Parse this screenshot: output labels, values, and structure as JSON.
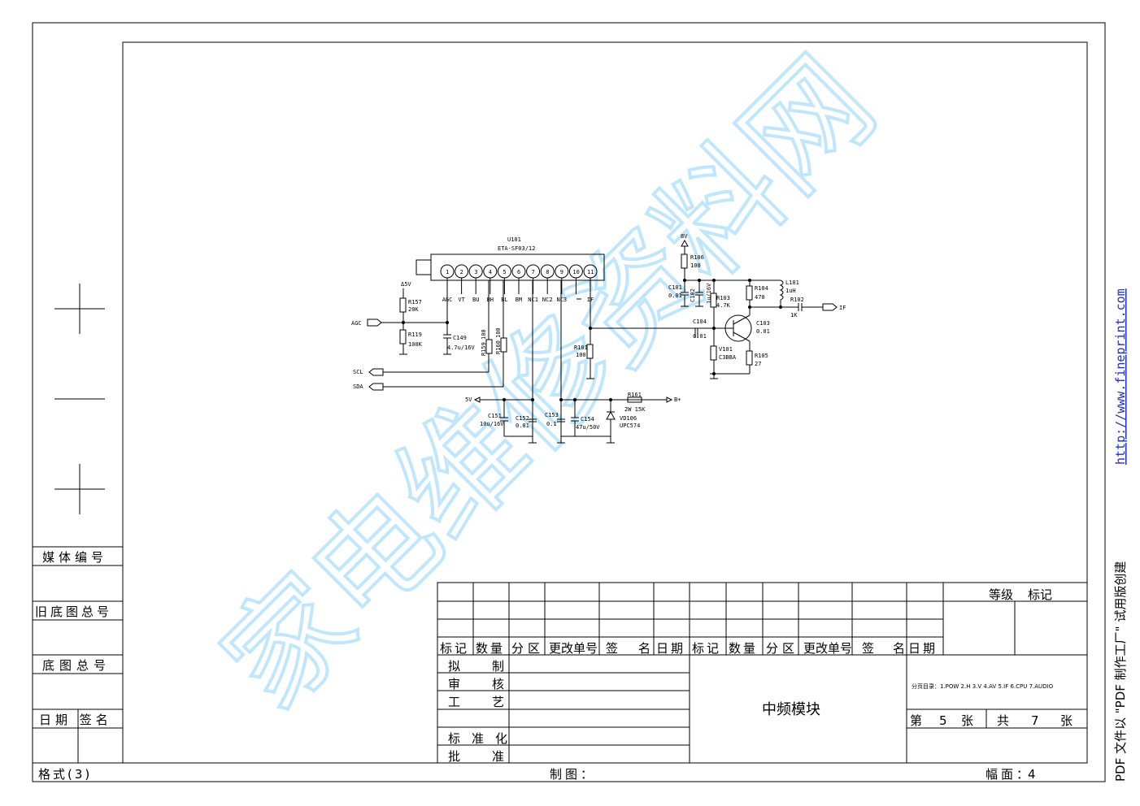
{
  "watermark": "家电维修资料网",
  "side_note": {
    "text": "PDF 文件以 \"PDF 制作工厂\" 试用版创建",
    "link": "http://www.fineprint.com"
  },
  "left_column": {
    "media_no": "媒体编号",
    "old_base_no": "旧底图总号",
    "base_no": "底图总号",
    "date_sign": "日期 签名",
    "format": "格式(3)"
  },
  "footer": {
    "drawn": "制图：",
    "sheet_size_label": "幅面：",
    "sheet_size": "4"
  },
  "title_block": {
    "rev_headers": [
      "标记",
      "数量",
      "分区",
      "更改单号",
      "签",
      "名",
      "日期",
      "标记",
      "数量",
      "分区",
      "更改单号",
      "签",
      "名",
      "日期"
    ],
    "grade_label": "等级",
    "mark_label": "标记",
    "roles": [
      "拟",
      "制",
      "审",
      "核",
      "工",
      "艺",
      "标",
      "准",
      "化",
      "批",
      "准"
    ],
    "title": "中频模块",
    "index_text": "分页目录：1.POW  2.H  3.V  4.AV  5.IF  6.CPU  7.AUDIO",
    "sheet_no_label": "第",
    "sheet_no": "5",
    "sheet_unit": "张",
    "total_label": "共",
    "total": "7",
    "total_unit": "张"
  },
  "schematic": {
    "u101": {
      "ref": "U101",
      "part": "ETA-SF03/12",
      "pins": [
        "1",
        "2",
        "3",
        "4",
        "5",
        "6",
        "7",
        "8",
        "9",
        "10",
        "11"
      ],
      "pin_names": [
        "AGC",
        "VT",
        "BU",
        "BH",
        "BL",
        "BM",
        "NC1",
        "NC2",
        "NC3",
        "",
        "IF"
      ]
    },
    "rails": {
      "v5_top": "Δ5V",
      "v8": "8V",
      "v5": "5V",
      "bplus": "B+"
    },
    "ports": {
      "agc": "AGC",
      "scl": "SCL",
      "sda": "SDA",
      "if_out": "IF"
    },
    "components": [
      {
        "ref": "R157",
        "val": "20K"
      },
      {
        "ref": "R119",
        "val": "100K"
      },
      {
        "ref": "C149",
        "val": "4.7u/16V"
      },
      {
        "ref": "R159",
        "val": "100"
      },
      {
        "ref": "R160",
        "val": "100"
      },
      {
        "ref": "R101",
        "val": "100"
      },
      {
        "ref": "R106",
        "val": "100"
      },
      {
        "ref": "C101",
        "val": "0.01"
      },
      {
        "ref": "C102",
        "val": "1u/16V"
      },
      {
        "ref": "R103",
        "val": "4.7K"
      },
      {
        "ref": "R104",
        "val": "470"
      },
      {
        "ref": "L101",
        "val": "1uH"
      },
      {
        "ref": "C104",
        "val": "0.01"
      },
      {
        "ref": "C103",
        "val": "0.01"
      },
      {
        "ref": "V101",
        "val": "C3BBA"
      },
      {
        "ref": "R102",
        "val": "1K"
      },
      {
        "ref": "R105",
        "val": "27"
      },
      {
        "ref": "C151",
        "val": "10u/16V"
      },
      {
        "ref": "C152",
        "val": "0.01"
      },
      {
        "ref": "C153",
        "val": "0.1"
      },
      {
        "ref": "C154",
        "val": "47u/50V"
      },
      {
        "ref": "VD106",
        "val": "UPC574"
      },
      {
        "ref": "R161",
        "val": "2W 15K"
      }
    ]
  }
}
